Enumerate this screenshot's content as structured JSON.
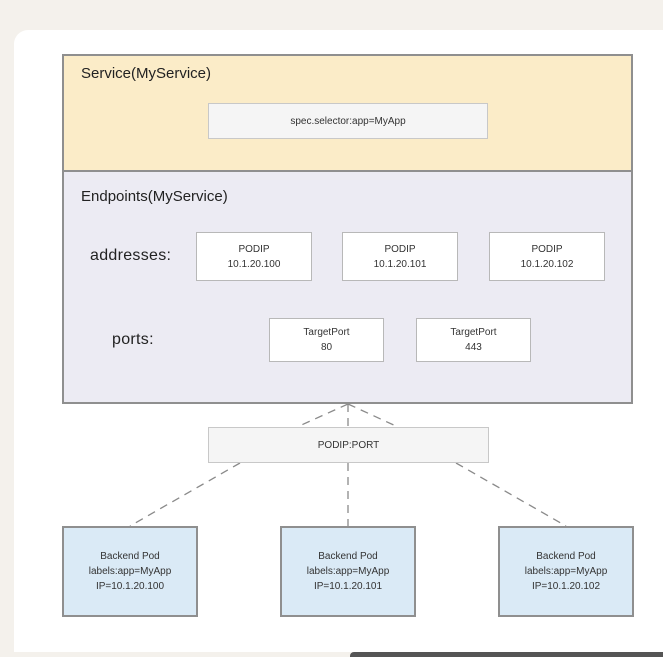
{
  "service": {
    "title": "Service(MyService)",
    "selector": "spec.selector:app=MyApp"
  },
  "endpoints": {
    "title": "Endpoints(MyService)",
    "addresses_label": "addresses:",
    "ports_label": "ports:",
    "addresses": [
      {
        "label": "PODIP",
        "ip": "10.1.20.100"
      },
      {
        "label": "PODIP",
        "ip": "10.1.20.101"
      },
      {
        "label": "PODIP",
        "ip": "10.1.20.102"
      }
    ],
    "ports": [
      {
        "label": "TargetPort",
        "value": "80"
      },
      {
        "label": "TargetPort",
        "value": "443"
      }
    ]
  },
  "podip_port": "PODIP:PORT",
  "pods": [
    {
      "name": "Backend Pod",
      "labels": "labels:app=MyApp",
      "ip": "IP=10.1.20.100"
    },
    {
      "name": "Backend Pod",
      "labels": "labels:app=MyApp",
      "ip": "IP=10.1.20.101"
    },
    {
      "name": "Backend Pod",
      "labels": "labels:app=MyApp",
      "ip": "IP=10.1.20.102"
    }
  ],
  "colors": {
    "service_bg": "#fbecc8",
    "endpoints_bg": "#ecebf3",
    "pod_bg": "#daeaf6",
    "border": "#8f8f8f"
  }
}
